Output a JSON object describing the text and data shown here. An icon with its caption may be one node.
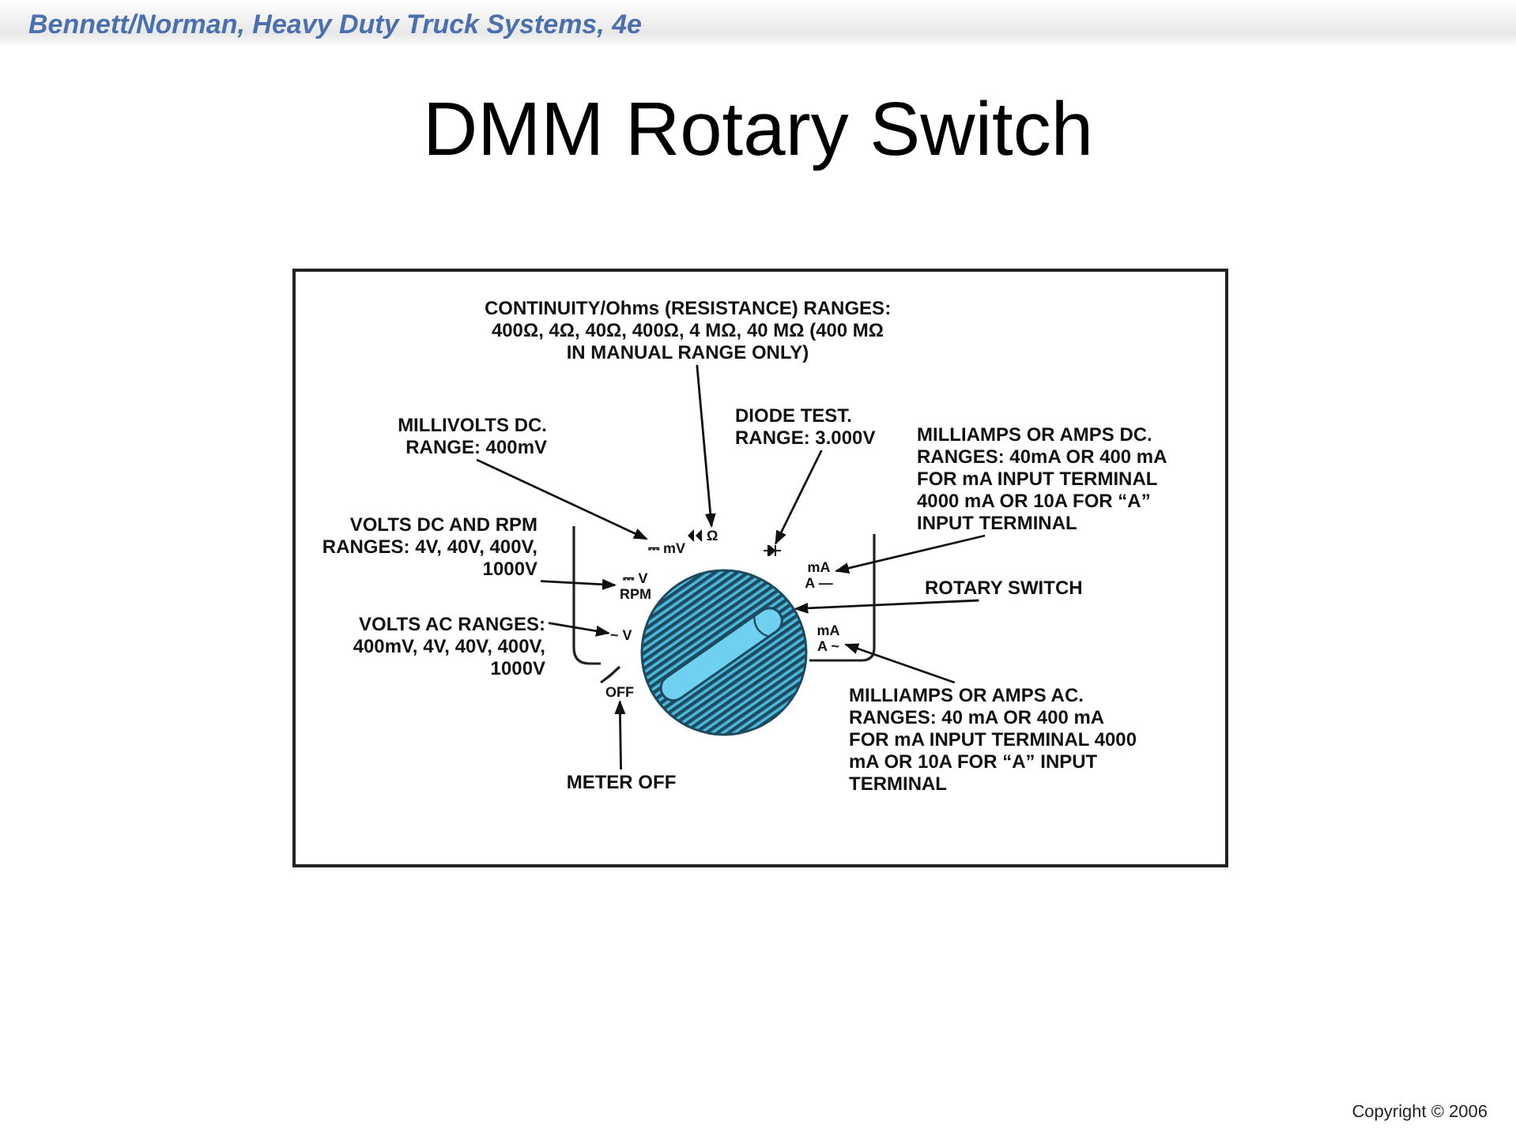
{
  "diagram": {
    "title": "DMM Rotary Switch",
    "nodes": [
      {
        "text": [
          "CONTINUITY/Ohms (RESISTANCE) RANGES: 400Ω, 4Ω, 40Ω, 400Ω, 4 MΩ, 40 MΩ (400 MΩ IN MANUAL RANGE ONLY)"
        ]
      },
      {
        "text": [
          "MILLIVOLTS DC. RANGE: 400mV"
        ]
      },
      {
        "text": [
          "DIODE TEST. RANGE: 3.000V"
        ]
      },
      {
        "text": [
          "MILLIAMPS OR AMPS DC. RANGES: 40mA OR 400 mA FOR mA INPUT TERMINAL 4000 mA OR 10A FOR “A” INPUT TERMINAL"
        ]
      },
      {
        "text": [
          "VOLTS DC AND RPM RANGES: 4V, 40V, 400V, 1000V"
        ]
      },
      {
        "text": [
          "ROTARY SWITCH"
        ]
      },
      {
        "text": [
          "VOLTS AC RANGES: 400mV, 4V, 40V, 400V, 1000V"
        ]
      },
      {
        "text": [
          "MILLIAMPS OR AMPS AC. RANGES: 40 mA OR 400 mA FOR mA INPUT TERMINAL 4000 mA OR 10A FOR “A” INPUT TERMINAL"
        ]
      },
      {
        "text": [
          "METER OFF"
        ]
      },
      {
        "text": [
          "⎓ mV"
        ]
      },
      {
        "text": [
          "Ω"
        ]
      },
      {
        "text": [],
        "shape": "diode"
      },
      {
        "text": [
          "mA A —"
        ]
      },
      {
        "text": [
          "⎓ V RPM"
        ]
      },
      {
        "text": [
          "~ V"
        ]
      },
      {
        "text": [
          "mA A ~"
        ]
      },
      {
        "text": [
          "OFF"
        ]
      },
      {
        "text": [],
        "shape": "circle"
      }
    ],
    "edges": [
      {
        "from": 0,
        "to": 10,
        "arrow": "to"
      },
      {
        "from": 1,
        "to": 9,
        "arrow": "to"
      },
      {
        "from": 2,
        "to": 11,
        "arrow": "to"
      },
      {
        "from": 3,
        "to": 12,
        "arrow": "to"
      },
      {
        "from": 4,
        "to": 13,
        "arrow": "to"
      },
      {
        "from": 5,
        "to": 17,
        "arrow": "to"
      },
      {
        "from": 6,
        "to": 14,
        "arrow": "to"
      },
      {
        "from": 7,
        "to": 15,
        "arrow": "to"
      },
      {
        "from": 8,
        "to": 16,
        "arrow": "to"
      }
    ],
    "labels": [
      "Bennett/Norman, Heavy Duty Truck Systems, 4e",
      "Copyright © 2006"
    ]
  }
}
